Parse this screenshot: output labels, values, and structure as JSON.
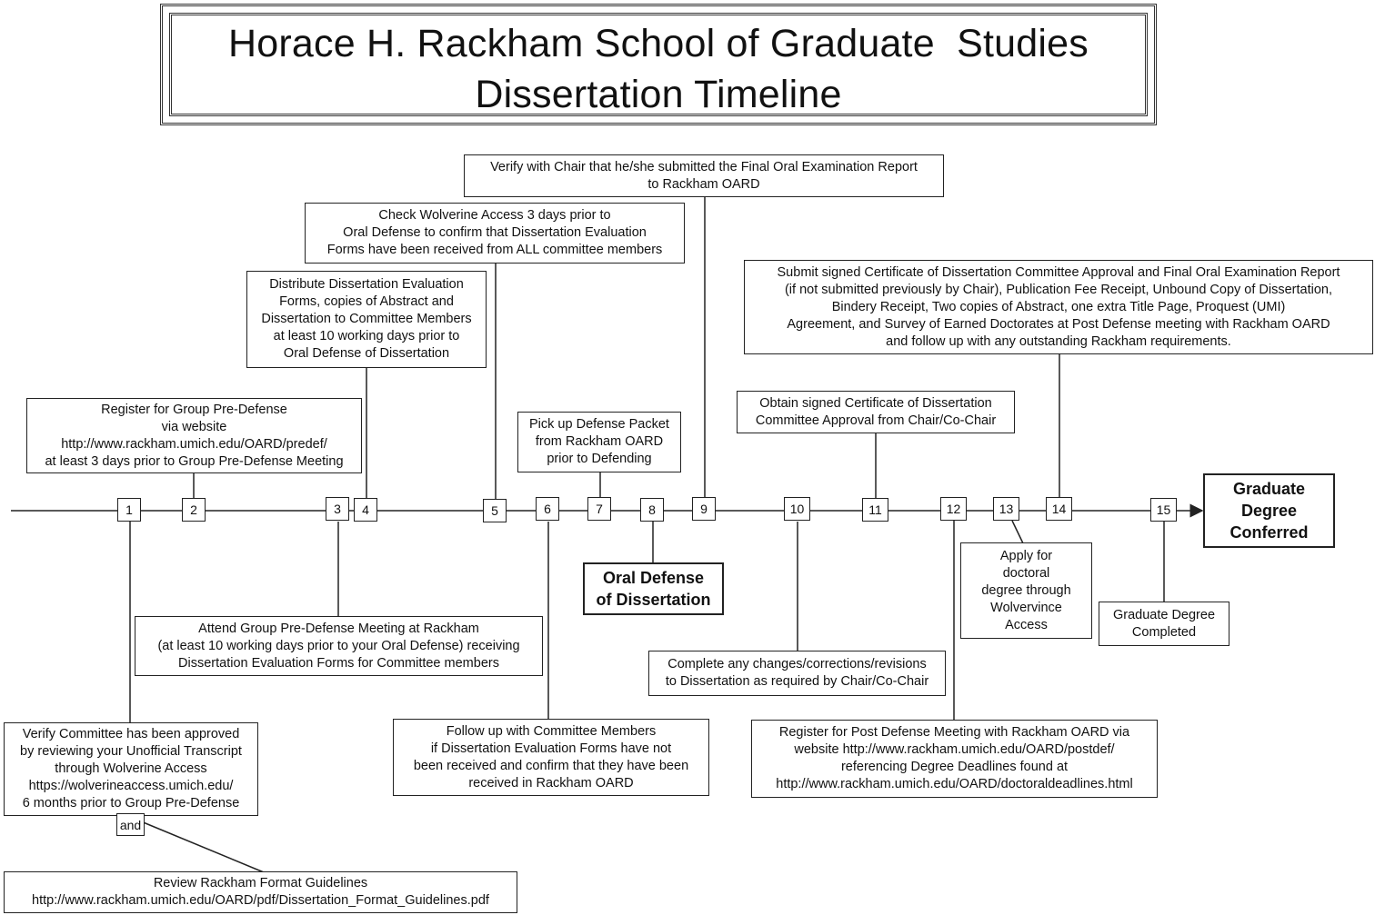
{
  "title": {
    "line1": "Horace H. Rackham School of Graduate  Studies",
    "line2": "Dissertation Timeline"
  },
  "markers": [
    "1",
    "2",
    "3",
    "4",
    "5",
    "6",
    "7",
    "8",
    "9",
    "10",
    "11",
    "12",
    "13",
    "14",
    "15"
  ],
  "and_label": "and",
  "end_label": "Graduate\nDegree\nConferred",
  "steps": {
    "s1_verify_committee": "Verify Committee has been approved\nby reviewing your Unofficial Transcript\nthrough Wolverine Access\nhttps://wolverineaccess.umich.edu/\n6 months prior to Group Pre-Defense",
    "s1_format_guidelines": "Review Rackham Format Guidelines\nhttp://www.rackham.umich.edu/OARD/pdf/Dissertation_Format_Guidelines.pdf",
    "s2_register_predefense": "Register for Group Pre-Defense\nvia website\nhttp://www.rackham.umich.edu/OARD/predef/\nat least 3 days prior to Group Pre-Defense Meeting",
    "s3_attend_predefense": "Attend Group Pre-Defense Meeting at Rackham\n(at least 10 working days prior to your Oral Defense) receiving\nDissertation Evaluation Forms for Committee members",
    "s4_distribute_forms": "Distribute Dissertation Evaluation\nForms, copies of Abstract and\nDissertation to Committee Members\nat least 10 working days prior to\nOral Defense of Dissertation",
    "s5_check_wolverine": "Check Wolverine Access 3 days prior to\nOral Defense to confirm that Dissertation Evaluation\nForms have been received from ALL committee members",
    "s6_follow_up": "Follow up with Committee Members\nif Dissertation Evaluation Forms have not\nbeen received and confirm that they have been\nreceived in Rackham OARD",
    "s7_pick_up_packet": "Pick up Defense Packet\nfrom Rackham OARD\nprior to Defending",
    "s8_oral_defense": "Oral Defense\nof Dissertation",
    "s9_verify_chair": "Verify with Chair that he/she submitted the Final Oral Examination Report\nto Rackham OARD",
    "s10_complete_changes": "Complete any changes/corrections/revisions\nto Dissertation as required by Chair/Co-Chair",
    "s11_obtain_certificate": "Obtain signed Certificate of Dissertation\nCommittee Approval from Chair/Co-Chair",
    "s12_register_postdefense": "Register for Post Defense Meeting with Rackham OARD via\nwebsite http://www.rackham.umich.edu/OARD/postdef/\nreferencing Degree Deadlines found at\nhttp://www.rackham.umich.edu/OARD/doctoraldeadlines.html",
    "s13_apply_degree": "Apply for\ndoctoral\ndegree through\nWolvervince\nAccess",
    "s14_submit_certificate": "Submit signed Certificate of Dissertation Committee Approval and Final Oral Examination Report\n(if not submitted previously by Chair), Publication Fee Receipt, Unbound Copy of Dissertation,\nBindery Receipt, Two copies of Abstract, one extra Title Page, Proquest (UMI)\nAgreement, and Survey of Earned Doctorates at Post Defense meeting with Rackham OARD\nand follow up with any outstanding Rackham requirements.",
    "s15_degree_completed": "Graduate Degree\nCompleted"
  }
}
